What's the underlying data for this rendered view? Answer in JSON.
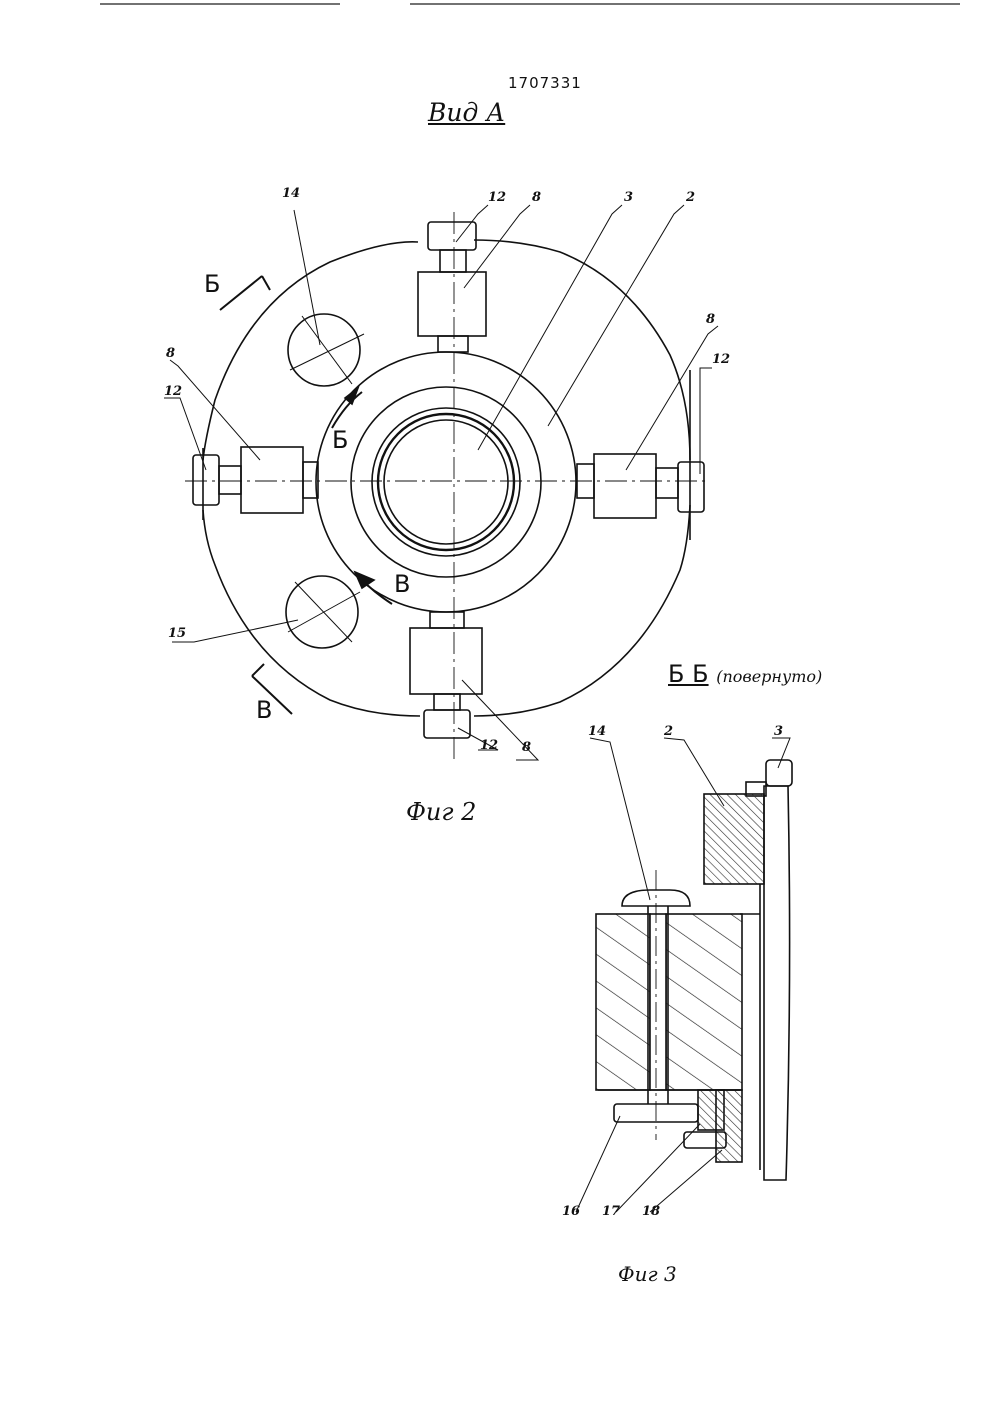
{
  "header": {
    "patent_number": "1707331",
    "view_title": "Вид А"
  },
  "figure2": {
    "caption": "Фиг 2",
    "part_labels": {
      "p14": "14",
      "p12_top": "12",
      "p8_top": "8",
      "p3": "3",
      "p2": "2",
      "p8_right": "8",
      "p12_right": "12",
      "p8_left": "8",
      "p12_left": "12",
      "p15": "15",
      "p8_bottom": "8",
      "p12_bottom": "12"
    },
    "section_marks": {
      "b_outer": "Б",
      "b_inner": "Б",
      "v_inner": "В",
      "v_outer": "В"
    }
  },
  "figure3": {
    "section_title": "Б  Б",
    "section_note": "(повернуто)",
    "caption": "Фиг 3",
    "part_labels": {
      "p14": "14",
      "p2": "2",
      "p3": "3",
      "p16": "16",
      "p17": "17",
      "p18": "18"
    }
  }
}
